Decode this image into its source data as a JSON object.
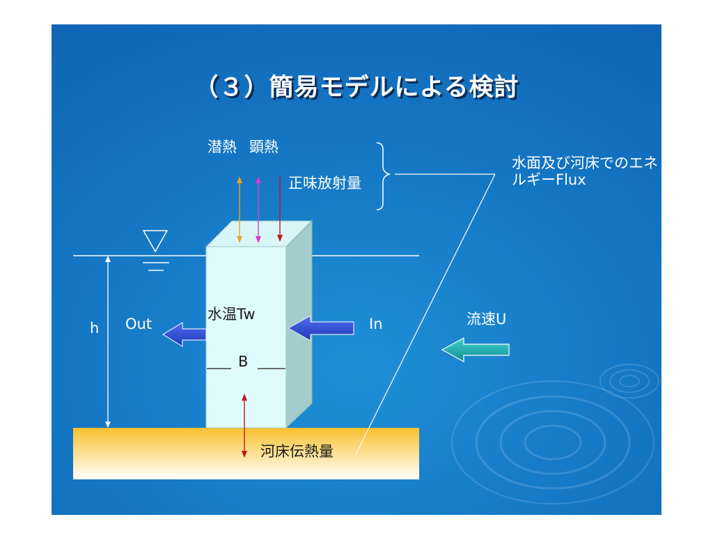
{
  "title": "（３）簡易モデルによる検討",
  "labels": {
    "latent_heat": "潜熱",
    "sensible_heat": "顕熱",
    "net_radiation": "正味放射量",
    "energy_flux": "水面及び河床でのエネルギーFlux",
    "water_temp": "水温Tw",
    "out": "Out",
    "in": "In",
    "depth": "h",
    "width": "B",
    "velocity": "流速U",
    "bed_heat": "河床伝熱量"
  },
  "colors": {
    "latent_arrow": "#f0a020",
    "sensible_arrow": "#d43ad4",
    "radiation_arrow": "#c01818",
    "bed_arrow": "#c01818",
    "flow_arrow": "#2f4fd6",
    "velocity_arrow": "#1aa3a8",
    "water_box": "#e0fbfd",
    "riverbed": "#f7c23a"
  }
}
